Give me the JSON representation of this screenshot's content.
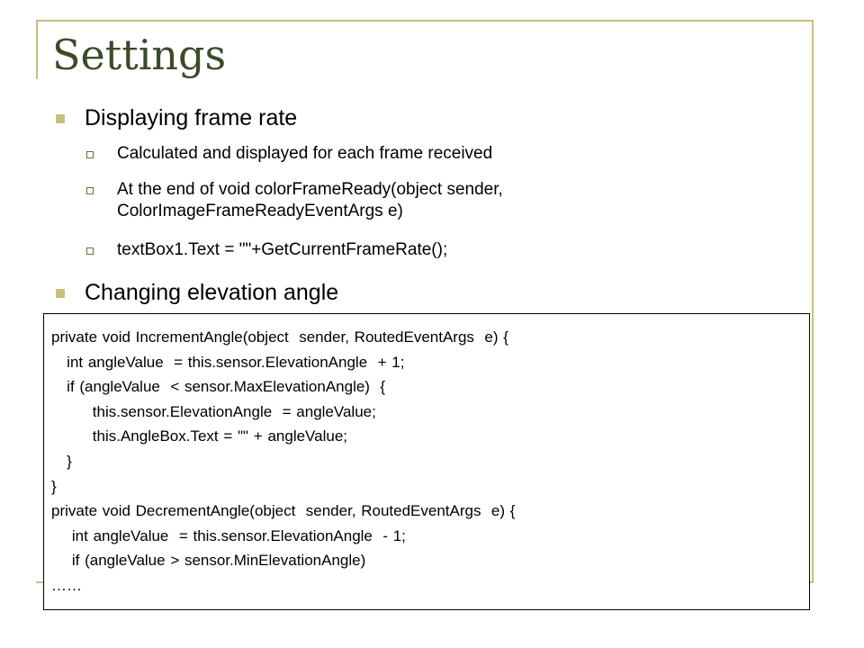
{
  "slide": {
    "title": "Settings",
    "bullets": [
      {
        "text": "Displaying frame rate",
        "subbullets": [
          {
            "lines": [
              "Calculated and displayed for each frame received"
            ]
          },
          {
            "lines": [
              "At the end of void colorFrameReady(object sender,",
              "ColorImageFrameReadyEventArgs e)"
            ]
          },
          {
            "lines": [
              "textBox1.Text = \"\"+GetCurrentFrameRate();"
            ]
          }
        ]
      },
      {
        "text": "Changing elevation angle"
      }
    ],
    "code": [
      "private void IncrementAngle(object  sender, RoutedEventArgs  e) {",
      "   int angleValue  = this.sensor.ElevationAngle  + 1;",
      "   if (angleValue  < sensor.MaxElevationAngle)  {",
      "        this.sensor.ElevationAngle  = angleValue;",
      "        this.AngleBox.Text = \"\" + angleValue;",
      "   }",
      "}",
      "private void DecrementAngle(object  sender, RoutedEventArgs  e) {",
      "    int angleValue  = this.sensor.ElevationAngle  - 1;",
      "    if (angleValue > sensor.MinElevationAngle)",
      "……"
    ]
  },
  "colors": {
    "accent": "#c8bf82",
    "title": "#3d4a2a"
  }
}
